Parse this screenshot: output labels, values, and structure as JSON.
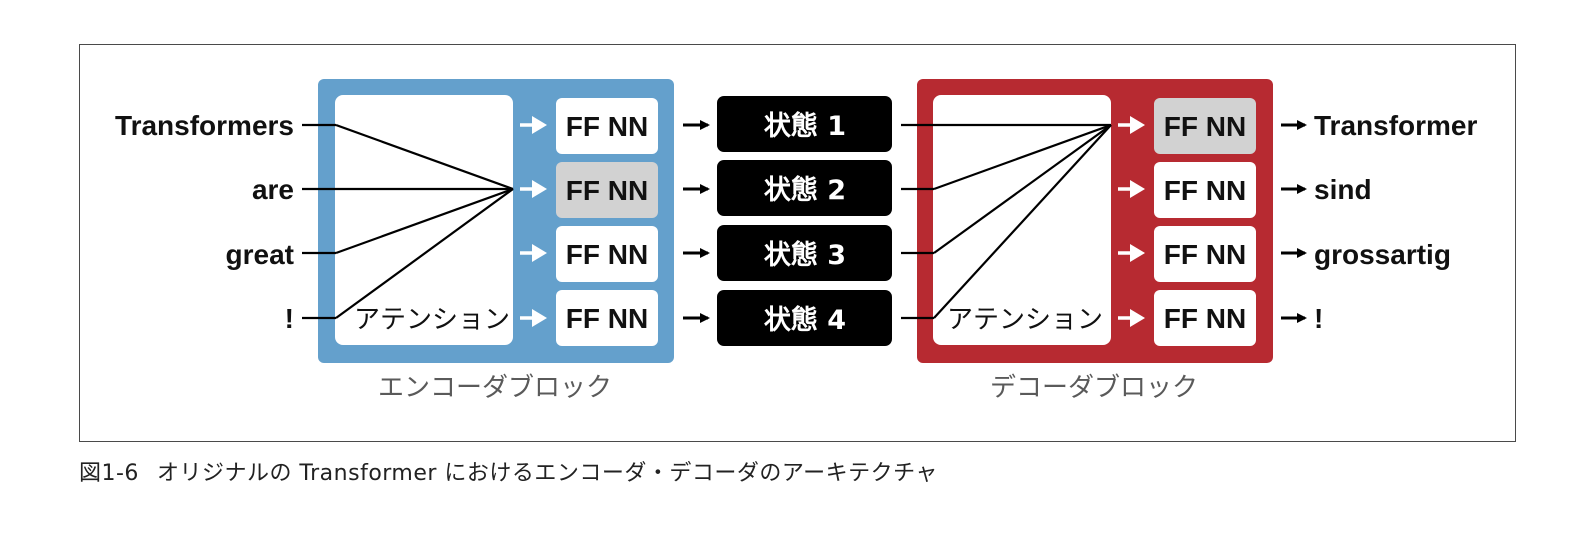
{
  "input_tokens": [
    "Transformers",
    "are",
    "great",
    "!"
  ],
  "output_tokens": [
    "Transformer",
    "sind",
    "grossartig",
    "!"
  ],
  "ffnn_label": "FF NN",
  "attention_label": "アテンション",
  "states": [
    "状態 1",
    "状態 2",
    "状態 3",
    "状態 4"
  ],
  "encoder": {
    "label": "エンコーダブロック",
    "color": "#64a0cc",
    "highlight_row": 2
  },
  "decoder": {
    "label": "デコーダブロック",
    "color": "#b72a31",
    "highlight_row": 1
  },
  "highlight_color": "#d2d2d2",
  "state_color": "#000000",
  "caption": {
    "number": "図1-6",
    "text": "オリジナルの Transformer におけるエンコーダ・デコーダのアーキテクチャ"
  }
}
